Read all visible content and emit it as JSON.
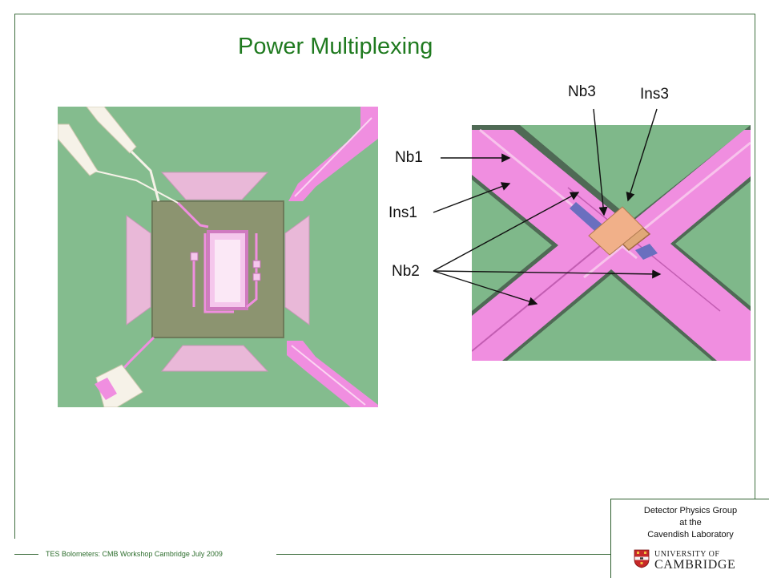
{
  "slide": {
    "title": "Power Multiplexing",
    "footer": "TES Bolometers: CMB Workshop Cambridge July 2009"
  },
  "branding": {
    "group_line1": "Detector Physics Group",
    "group_line2": "at  the",
    "group_line3": "Cavendish Laboratory",
    "university_line1": "UNIVERSITY OF",
    "university_line2": "CAMBRIDGE"
  },
  "labels": {
    "nb1": "Nb1",
    "ins1": "Ins1",
    "nb2": "Nb2",
    "nb3": "Nb3",
    "ins3": "Ins3"
  },
  "colors": {
    "frame": "#3f6f3f",
    "title": "#1f7a1f",
    "substrate_green": "#7fb88a",
    "niobium_pink": "#f08ee0",
    "membrane": "#8c9470"
  }
}
